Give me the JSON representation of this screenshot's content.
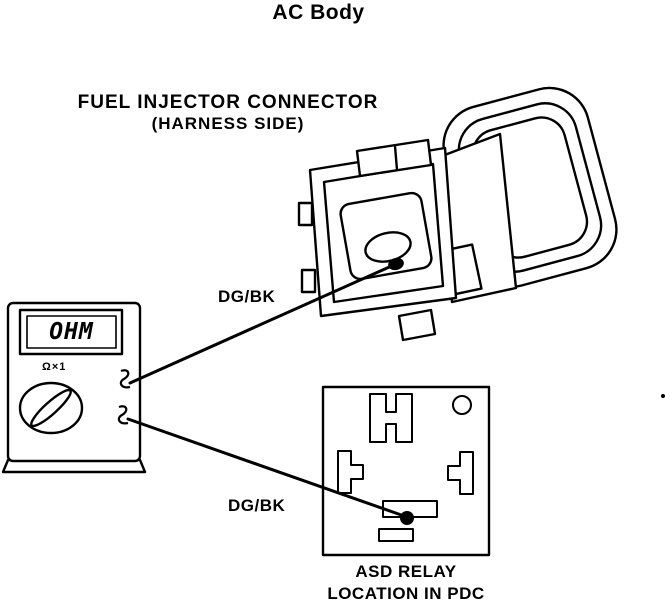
{
  "title": "AC Body",
  "connector": {
    "label": "FUEL INJECTOR CONNECTOR",
    "sublabel": "(HARNESS SIDE)"
  },
  "meter": {
    "display": "OHM",
    "range": "Ω×1"
  },
  "wire_top_label": "DG/BK",
  "wire_bottom_label": "DG/BK",
  "relay": {
    "label": "ASD RELAY",
    "sublabel": "LOCATION IN PDC"
  },
  "colors": {
    "ink": "#000000",
    "paper": "#ffffff"
  }
}
